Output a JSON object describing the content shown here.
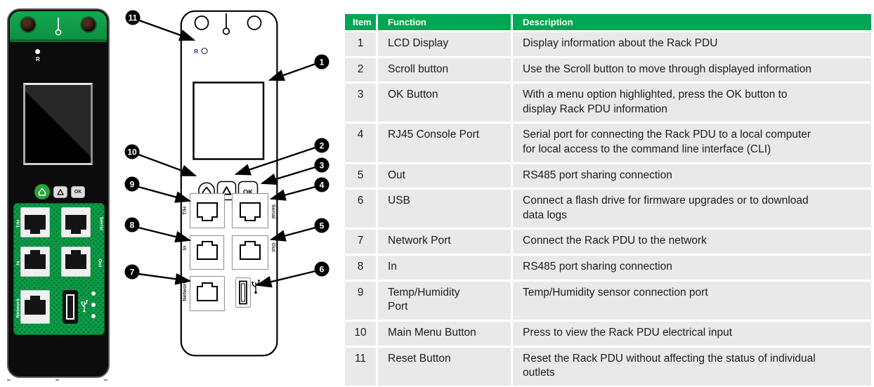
{
  "colors": {
    "table_header_green": "#00A651",
    "device_band_green": "#12A04C",
    "port_panel_green": "#0A9B46",
    "home_button_green": "#27A43B"
  },
  "labels": {
    "reset": "R",
    "ok": "OK",
    "th": "T/H",
    "serial": "Serial",
    "in": "In",
    "out": "Out",
    "network": "Network"
  },
  "diagram": {
    "callouts": [
      "1",
      "2",
      "3",
      "4",
      "5",
      "6",
      "7",
      "8",
      "9",
      "10",
      "11"
    ]
  },
  "table": {
    "headers": [
      "Item",
      "Function",
      "Description"
    ],
    "rows": [
      {
        "item": "1",
        "function": "LCD Display",
        "description": "Display information about the Rack PDU"
      },
      {
        "item": "2",
        "function": "Scroll button",
        "description": "Use the Scroll button to move through displayed information"
      },
      {
        "item": "3",
        "function": "OK Button",
        "description": "With a menu option highlighted, press the OK button to\ndisplay Rack PDU information"
      },
      {
        "item": "4",
        "function": "RJ45 Console Port",
        "description": "Serial port for connecting the Rack PDU to a local computer\nfor local access to the command line interface (CLI)"
      },
      {
        "item": "5",
        "function": "Out",
        "description": "RS485 port sharing connection"
      },
      {
        "item": "6",
        "function": "USB",
        "description": "Connect a flash drive for firmware upgrades or to download\ndata logs"
      },
      {
        "item": "7",
        "function": "Network Port",
        "description": "Connect the Rack PDU to the network"
      },
      {
        "item": "8",
        "function": "In",
        "description": "RS485 port sharing connection"
      },
      {
        "item": "9",
        "function": "Temp/Humidity\nPort",
        "description": "Temp/Humidity sensor connection port"
      },
      {
        "item": "10",
        "function": "Main Menu Button",
        "description": "Press to view the Rack PDU electrical input"
      },
      {
        "item": "11",
        "function": "Reset Button",
        "description": "Reset the Rack PDU without affecting the status of individual\noutlets"
      }
    ]
  }
}
